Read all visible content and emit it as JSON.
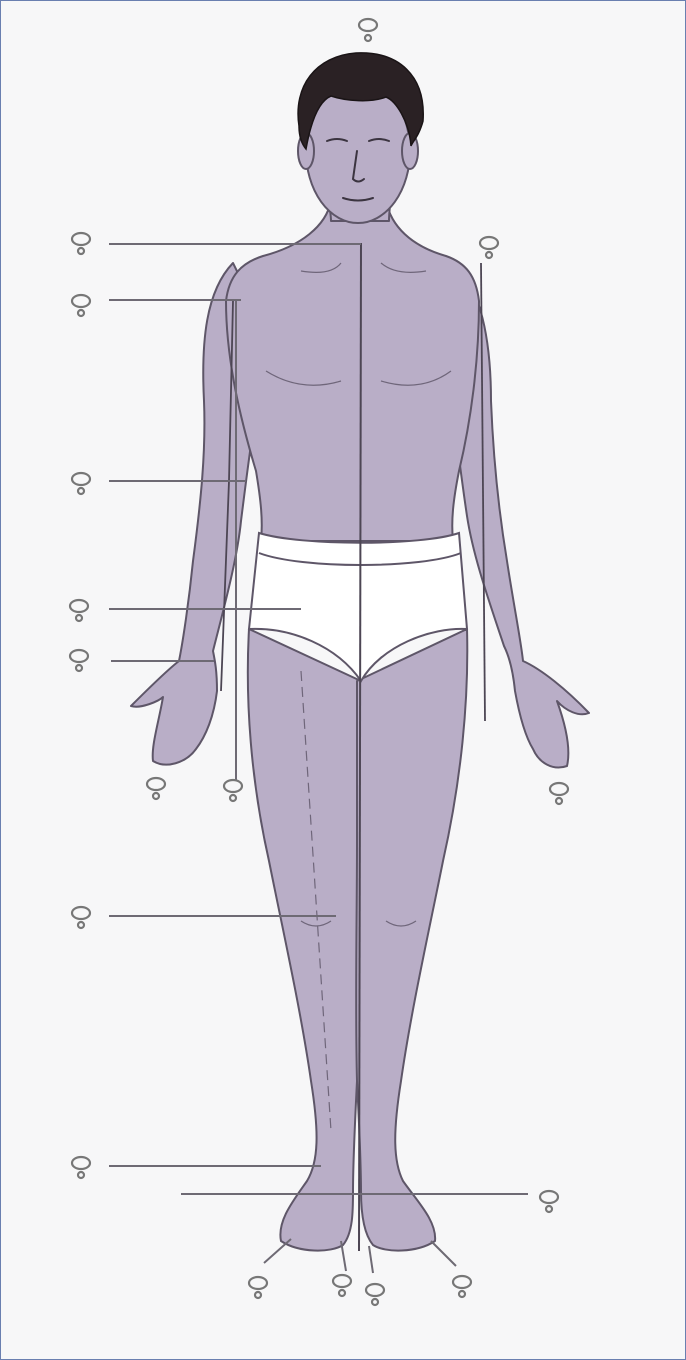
{
  "figure": {
    "subject": "anatomical-position-front-view",
    "skin_color": "#b9aec7",
    "outline_color": "#5e5668",
    "hair_color": "#2a2124",
    "underwear_color": "#ffffff",
    "leader_line_color": "#6e6a74",
    "callout_color": "#777777"
  },
  "callouts": [
    {
      "id": "head"
    },
    {
      "id": "midline"
    },
    {
      "id": "shoulder-left"
    },
    {
      "id": "upper-arm-left"
    },
    {
      "id": "elbow-left"
    },
    {
      "id": "hip"
    },
    {
      "id": "wrist-left"
    },
    {
      "id": "palm-left"
    },
    {
      "id": "thumb-side-left"
    },
    {
      "id": "knee-left"
    },
    {
      "id": "ankle-left"
    },
    {
      "id": "shoulder-right"
    },
    {
      "id": "fingers-right"
    },
    {
      "id": "medial-feet"
    },
    {
      "id": "toe-left"
    },
    {
      "id": "heel-left"
    },
    {
      "id": "heel-right"
    },
    {
      "id": "toe-right"
    }
  ]
}
